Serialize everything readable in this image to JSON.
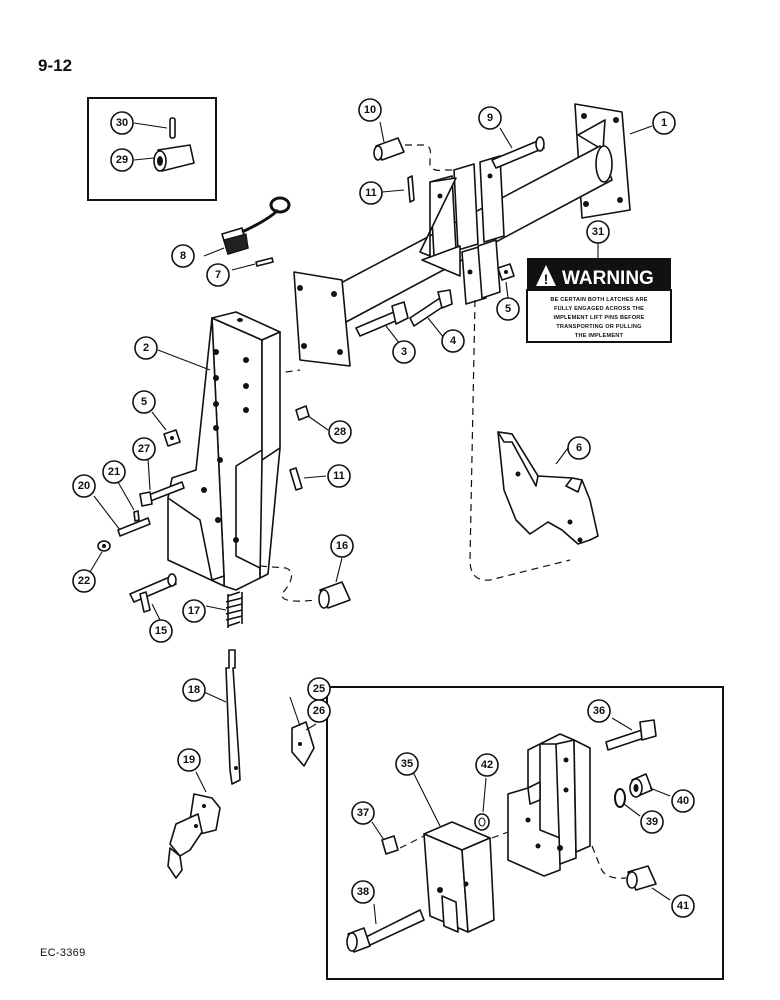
{
  "page": {
    "number": "9-12",
    "figure_code": "EC-3369"
  },
  "warning_decal": {
    "callout": "31",
    "title": "WARNING",
    "lines": [
      "BE CERTAIN BOTH LATCHES ARE",
      "FULLY ENGAGED ACROSS THE",
      "IMPLEMENT LIFT PINS BEFORE",
      "TRANSPORTING OR PULLING",
      "THE IMPLEMENT"
    ]
  },
  "callouts": {
    "c1": "1",
    "c2": "2",
    "c3": "3",
    "c4": "4",
    "c5a": "5",
    "c5b": "5",
    "c6": "6",
    "c7": "7",
    "c8": "8",
    "c9": "9",
    "c10": "10",
    "c11a": "11",
    "c11b": "11",
    "c15": "15",
    "c16": "16",
    "c17": "17",
    "c18": "18",
    "c19": "19",
    "c20": "20",
    "c21": "21",
    "c22": "22",
    "c25": "25",
    "c26": "26",
    "c27": "27",
    "c28": "28",
    "c29": "29",
    "c30": "30",
    "c35": "35",
    "c36": "36",
    "c37": "37",
    "c38": "38",
    "c39": "39",
    "c40": "40",
    "c41": "41",
    "c42": "42"
  }
}
